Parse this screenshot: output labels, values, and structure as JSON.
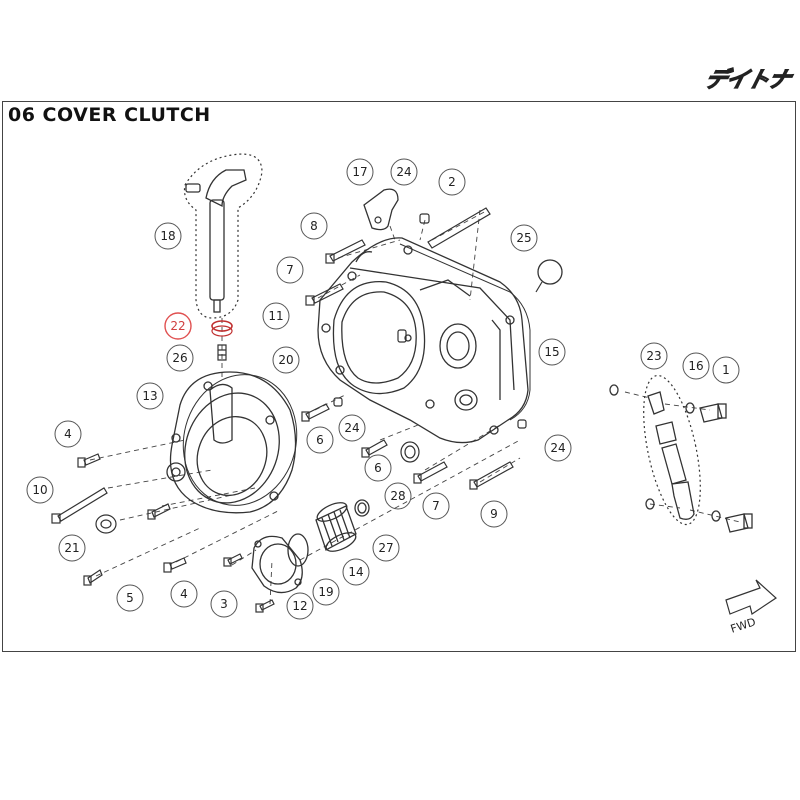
{
  "brand": {
    "logo_text": "デイトナ"
  },
  "section_title": "06 COVER CLUTCH",
  "callouts": [
    {
      "label": "1"
    },
    {
      "label": "2"
    },
    {
      "label": "3"
    },
    {
      "label": "4"
    },
    {
      "label": "4"
    },
    {
      "label": "5"
    },
    {
      "label": "6"
    },
    {
      "label": "6"
    },
    {
      "label": "7"
    },
    {
      "label": "7"
    },
    {
      "label": "8"
    },
    {
      "label": "9"
    },
    {
      "label": "10"
    },
    {
      "label": "11"
    },
    {
      "label": "12"
    },
    {
      "label": "13"
    },
    {
      "label": "14"
    },
    {
      "label": "15"
    },
    {
      "label": "16"
    },
    {
      "label": "17"
    },
    {
      "label": "18"
    },
    {
      "label": "19"
    },
    {
      "label": "20"
    },
    {
      "label": "21"
    },
    {
      "label": "22"
    },
    {
      "label": "23"
    },
    {
      "label": "24"
    },
    {
      "label": "24"
    },
    {
      "label": "24"
    },
    {
      "label": "25"
    },
    {
      "label": "26"
    },
    {
      "label": "27"
    },
    {
      "label": "28"
    }
  ],
  "highlight_color": "#e05050",
  "direction_arrow_label": "FWD"
}
